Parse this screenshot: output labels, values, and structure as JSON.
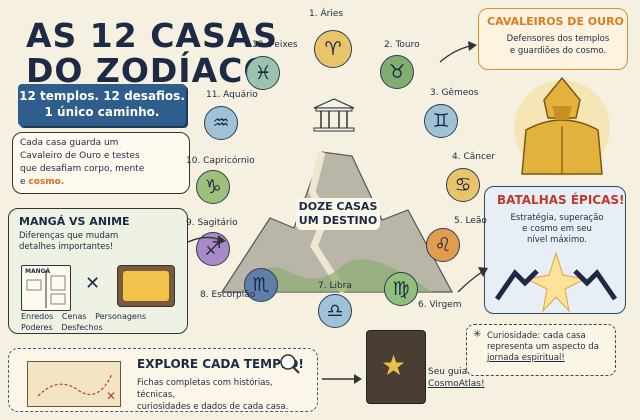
{
  "header": {
    "title_line1": "As 12 casas",
    "title_line2": "do Zodíaco",
    "ribbon_line1": "12 templos. 12 desafios.",
    "ribbon_line2": "1 único caminho."
  },
  "intro": {
    "line1": "Cada casa guarda um",
    "line2": "Cavaleiro de Ouro e testes",
    "line3": "que desafiam corpo, mente",
    "line4": "e",
    "highlight": "cosmo."
  },
  "manga_anime": {
    "title": "Mangá vs Anime",
    "sub1": "Diferenças que mudam",
    "sub2": "detalhes importantes!",
    "book_label": "MANGÁ",
    "tags": [
      "Enredos",
      "Cenas",
      "Personagens",
      "Poderes",
      "Desfechos"
    ]
  },
  "explore": {
    "heading": "Explore cada templo!",
    "body1": "Fichas completas com histórias, técnicas,",
    "body2": "curiosidades e dados de cada casa."
  },
  "guide": {
    "line1": "Seu guia no",
    "line2": "CosmoAtlas!"
  },
  "cavaleiros": {
    "heading": "Cavaleiros de Ouro",
    "body1": "Defensores dos templos",
    "body2": "e guardiões do cosmo."
  },
  "batalhas": {
    "heading": "Batalhas épicas!",
    "body1": "Estratégia, superação",
    "body2": "e cosmo em seu",
    "body3": "nível máximo."
  },
  "curiosidade": {
    "line1": "Curiosidade: cada casa",
    "line2": "representa um aspecto da",
    "line3": "jornada espiritual!"
  },
  "center": {
    "line1": "Doze casas",
    "line2": "um destino"
  },
  "houses": [
    {
      "label": "1. Áries",
      "symbol": "♈",
      "color": "#e9c46a"
    },
    {
      "label": "2. Touro",
      "symbol": "♉",
      "color": "#7fae6f"
    },
    {
      "label": "3. Gêmeos",
      "symbol": "♊",
      "color": "#9fc2d6"
    },
    {
      "label": "4. Câncer",
      "symbol": "♋",
      "color": "#e9c46a"
    },
    {
      "label": "5. Leão",
      "symbol": "♌",
      "color": "#e39b4f"
    },
    {
      "label": "6. Virgem",
      "symbol": "♍",
      "color": "#8fbf7a"
    },
    {
      "label": "7. Libra",
      "symbol": "♎",
      "color": "#9fc2d6"
    },
    {
      "label": "8. Escorpião",
      "symbol": "♏",
      "color": "#5f7fa8"
    },
    {
      "label": "9. Sagitário",
      "symbol": "♐",
      "color": "#a98ac7"
    },
    {
      "label": "10. Capricórnio",
      "symbol": "♑",
      "color": "#9fbf7a"
    },
    {
      "label": "11. Aquário",
      "symbol": "♒",
      "color": "#9fc2d6"
    },
    {
      "label": "12. Peixes",
      "symbol": "♓",
      "color": "#9cc3b0"
    }
  ]
}
